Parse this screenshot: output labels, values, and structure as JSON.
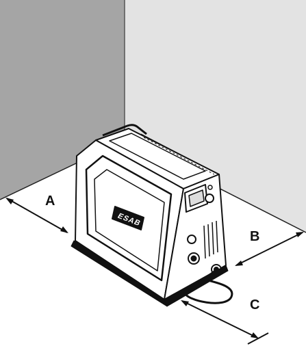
{
  "labels": {
    "a": "A",
    "b": "B",
    "c": "C"
  },
  "logo": {
    "text": "ESAB"
  },
  "colors": {
    "left_wall": "#a5a5a5",
    "back_wall": "#e3e3e3",
    "floor": "#ffffff",
    "outline": "#111111"
  }
}
